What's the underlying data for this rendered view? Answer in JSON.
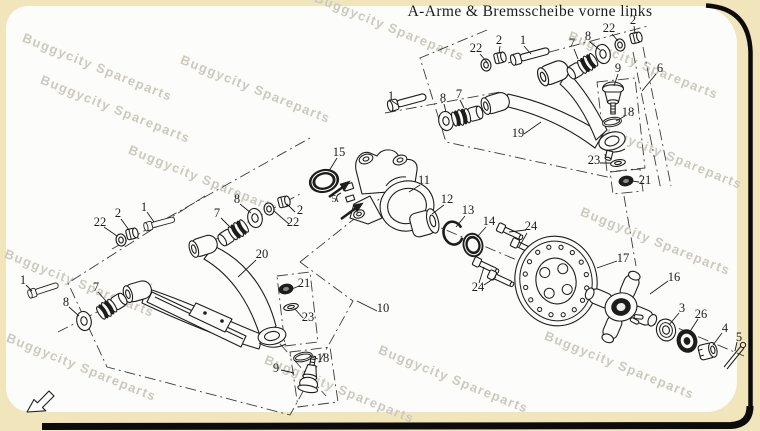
{
  "header": {
    "title": "A-Arme & Bremsscheibe vorne links"
  },
  "watermark": {
    "text": "Buggycity Spareparts"
  },
  "callouts": [
    "22",
    "2",
    "1",
    "7",
    "8",
    "22",
    "2",
    "9",
    "6",
    "18",
    "1",
    "8",
    "7",
    "19",
    "23",
    "21",
    "15",
    "11",
    "5",
    "12",
    "13",
    "14",
    "24",
    "24",
    "17",
    "16",
    "3",
    "26",
    "4",
    "5",
    "22",
    "2",
    "1",
    "8",
    "7",
    "2",
    "22",
    "20",
    "1",
    "7",
    "8",
    "21",
    "23",
    "10",
    "18",
    "9"
  ],
  "colors": {
    "page": "#fcfcfa",
    "frame": "#f1e5bb",
    "ink": "#1d1d1b",
    "watermark": "#ccc9c0",
    "frame_line": "#0c0c0c"
  }
}
